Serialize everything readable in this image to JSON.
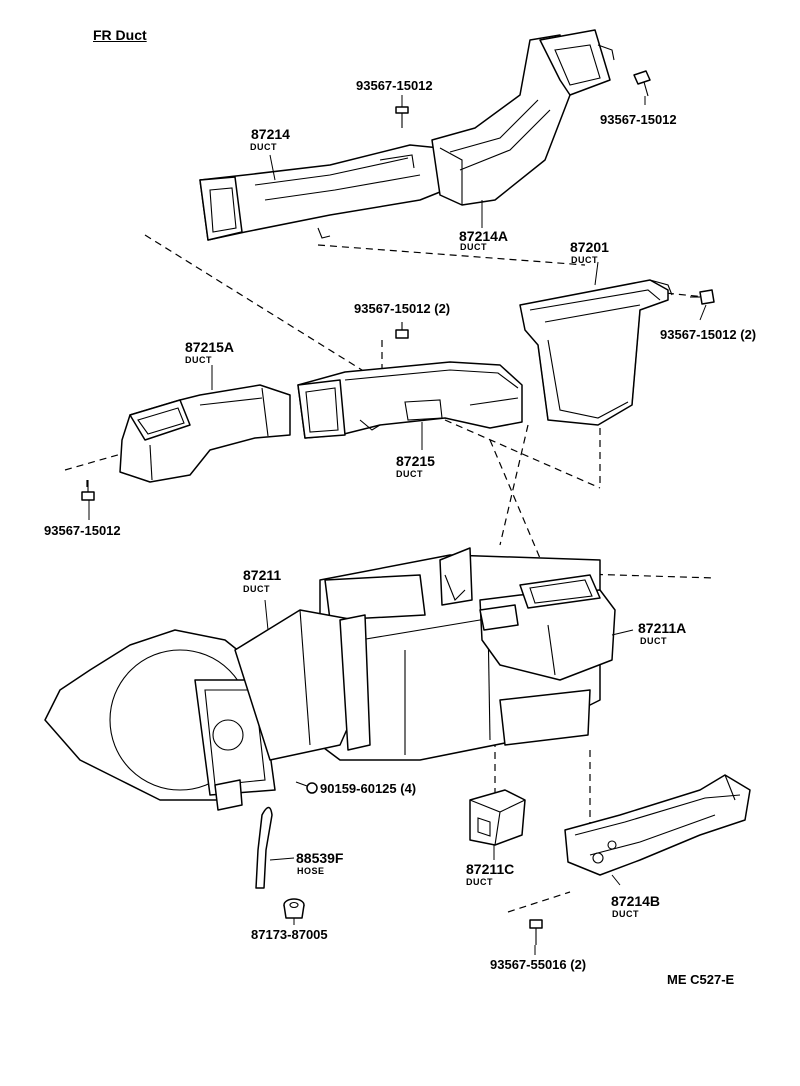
{
  "title": "FR Duct",
  "drawing_code": "ME C527-E",
  "parts": {
    "p87214": {
      "number": "87214",
      "name": "DUCT"
    },
    "p87214A": {
      "number": "87214A",
      "name": "DUCT"
    },
    "p87201": {
      "number": "87201",
      "name": "DUCT"
    },
    "p87215A": {
      "number": "87215A",
      "name": "DUCT"
    },
    "p87215": {
      "number": "87215",
      "name": "DUCT"
    },
    "p87211": {
      "number": "87211",
      "name": "DUCT"
    },
    "p87211A": {
      "number": "87211A",
      "name": "DUCT"
    },
    "p87211C": {
      "number": "87211C",
      "name": "DUCT"
    },
    "p87214B": {
      "number": "87214B",
      "name": "DUCT"
    },
    "p88539F": {
      "number": "88539F",
      "name": "HOSE"
    }
  },
  "fasteners": {
    "f1": "93567-15012",
    "f2": "93567-15012",
    "f3": "93567-15012 (2)",
    "f4": "93567-15012 (2)",
    "f5": "93567-15012",
    "f6": "90159-60125 (4)",
    "f7": "93567-55016 (2)",
    "f8": "87173-87005"
  }
}
